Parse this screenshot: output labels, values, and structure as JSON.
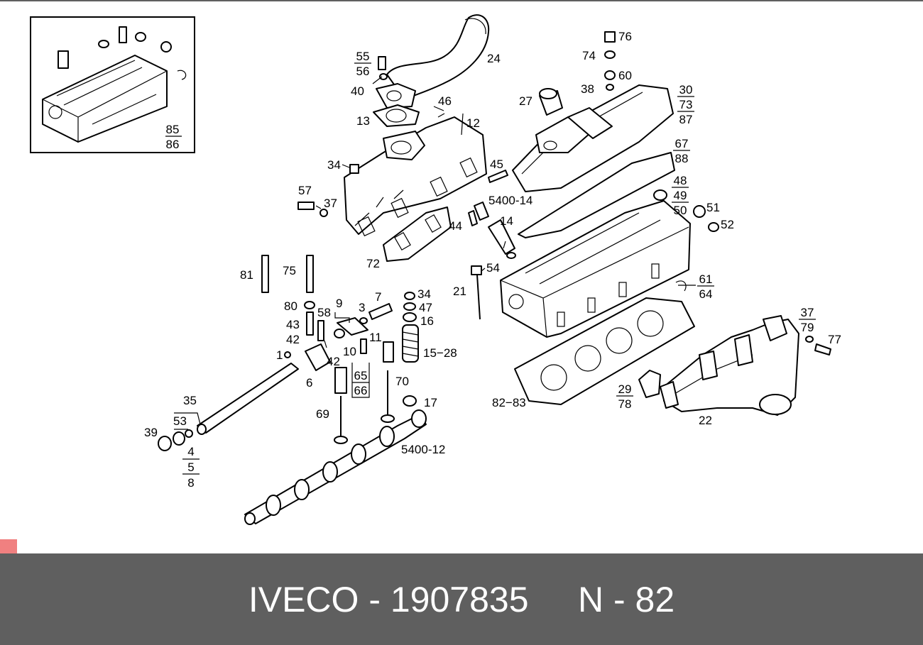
{
  "footer": {
    "text": "IVECO - 1907835     N - 82",
    "background": "#5f5f5f",
    "color": "#ffffff"
  },
  "marker_color": "#f08080",
  "labels": {
    "l85_86": [
      "85",
      "86"
    ],
    "l55_56": [
      "55",
      "56"
    ],
    "l40": "40",
    "l24": "24",
    "l13": "13",
    "l46": "46",
    "l12": "12",
    "l34a": "34",
    "l45": "45",
    "l57": "57",
    "l37a": "37",
    "l5400_14": "5400-14",
    "l14": "14",
    "l44": "44",
    "l72": "72",
    "l76": "76",
    "l74": "74",
    "l60": "60",
    "l38": "38",
    "l27": "27",
    "l30_73_87": [
      "30",
      "73",
      "87"
    ],
    "l67_88": [
      "67",
      "88"
    ],
    "l48_49_50": [
      "48",
      "49",
      "50"
    ],
    "l51": "51",
    "l52": "52",
    "l81": "81",
    "l75": "75",
    "l54": "54",
    "l21": "21",
    "l61_64": [
      "61",
      "64"
    ],
    "l80": "80",
    "l58": "58",
    "l9": "9",
    "l3": "3",
    "l7": "7",
    "l34b": "34",
    "l47": "47",
    "l16": "16",
    "l43": "43",
    "l42a": "42",
    "l42b": "42",
    "l11": "11",
    "l10": "10",
    "l1": "1",
    "l15_28": "15−28",
    "l6": "6",
    "l65_66": [
      "65",
      "66"
    ],
    "l70": "70",
    "l37_79": [
      "37",
      "79"
    ],
    "l77": "77",
    "l82_83": "82−83",
    "l29_78": [
      "29",
      "78"
    ],
    "l22": "22",
    "l35": "35",
    "l53": "53",
    "l39": "39",
    "l4_5_8": [
      "4",
      "5",
      "8"
    ],
    "l69": "69",
    "l17": "17",
    "l5400_12": "5400-12"
  }
}
